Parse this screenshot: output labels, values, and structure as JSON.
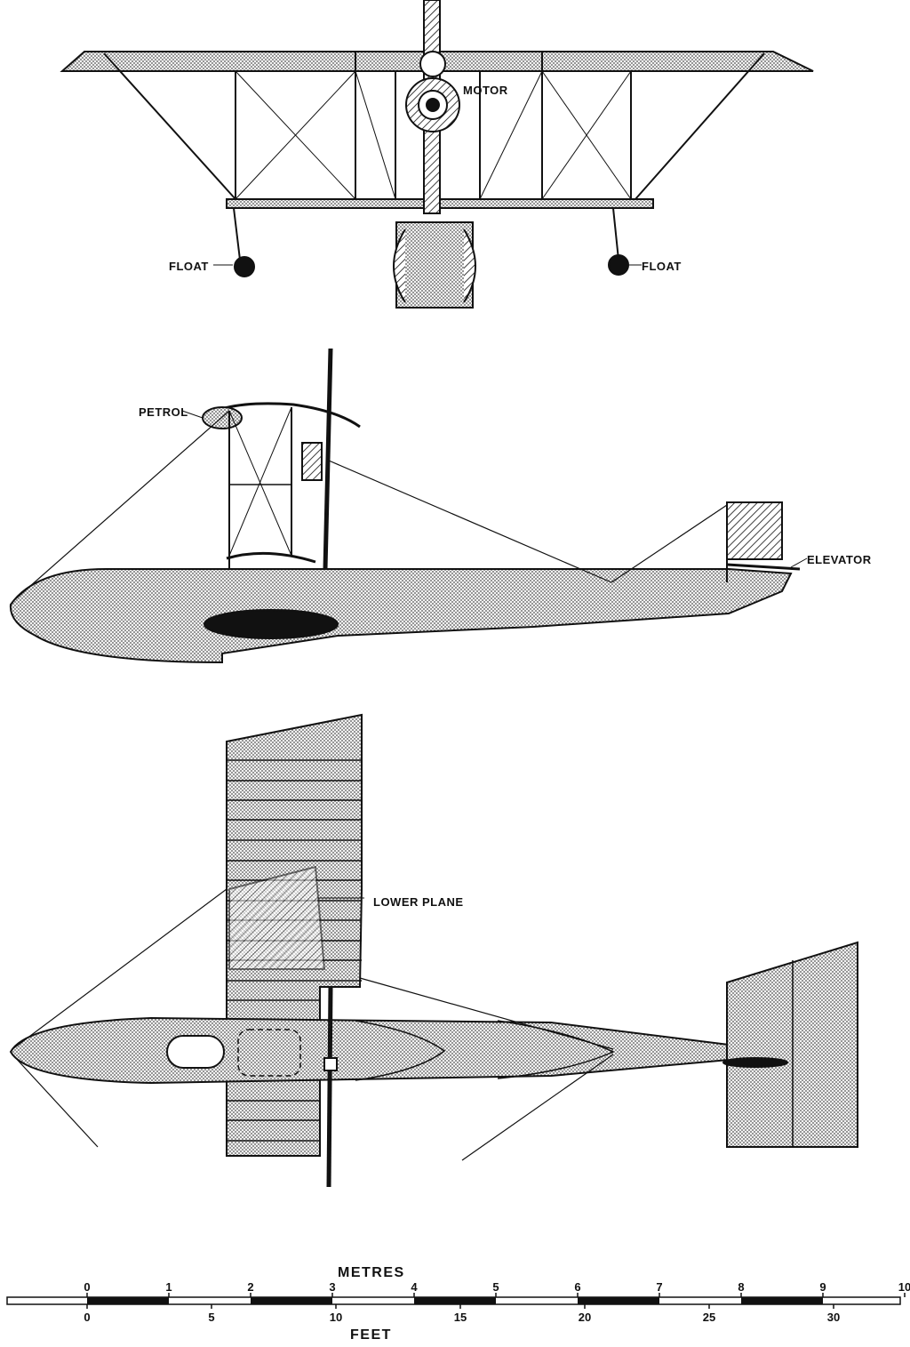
{
  "labels": {
    "motor": "MOTOR",
    "float_left": "FLOAT",
    "float_right": "FLOAT",
    "petrol": "PETROL",
    "elevator": "ELEVATOR",
    "lower_plane": "LOWER PLANE"
  },
  "scale": {
    "metres_title": "METRES",
    "feet_title": "FEET",
    "metre_ticks": [
      "0",
      "1",
      "2",
      "3",
      "4",
      "5",
      "6",
      "7",
      "8",
      "9",
      "10"
    ],
    "feet_ticks": [
      "0",
      "5",
      "10",
      "15",
      "20",
      "25",
      "30"
    ]
  },
  "colors": {
    "ink": "#111111",
    "fill": "#e8e8e8"
  }
}
